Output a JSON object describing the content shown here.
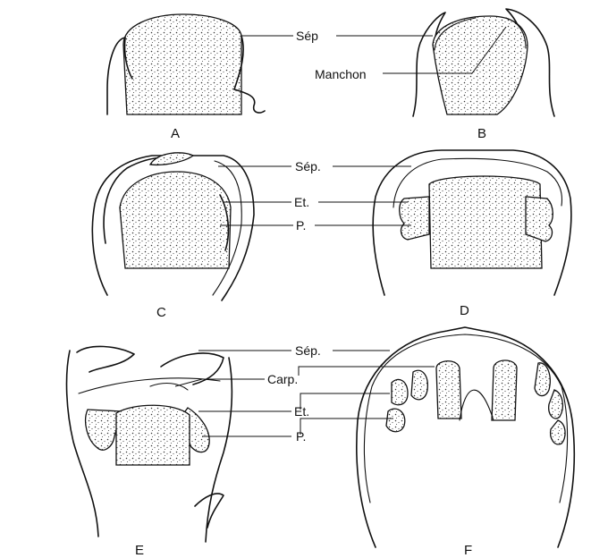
{
  "panels": {
    "a": "A",
    "b": "B",
    "c": "C",
    "d": "D",
    "e": "E",
    "f": "F"
  },
  "labels": {
    "sep_ab": "Sép",
    "manchon": "Manchon",
    "sep_cd": "Sép.",
    "et_cd": "Et.",
    "p_cd": "P.",
    "sep_ef": "Sép.",
    "carp": "Carp.",
    "et_ef": "Et.",
    "p_ef": "P."
  }
}
